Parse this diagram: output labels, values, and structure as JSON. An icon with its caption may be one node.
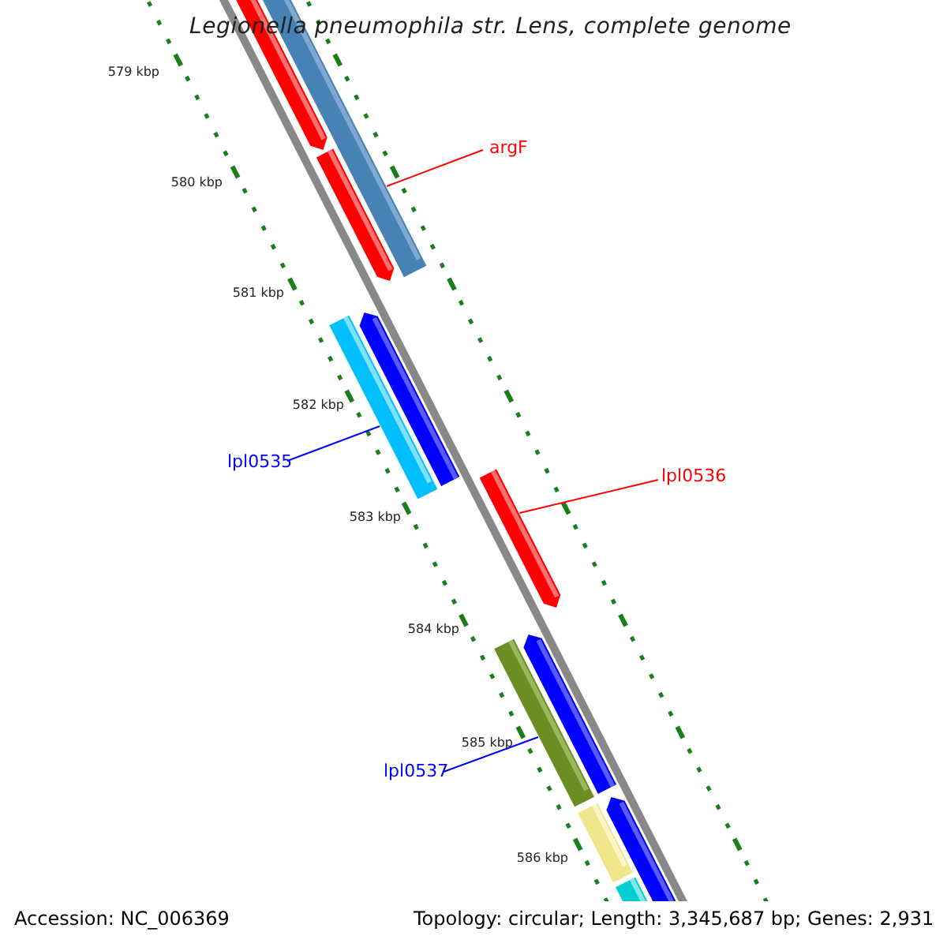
{
  "diagram": {
    "title": "Legionella pneumophila str. Lens, complete genome",
    "nodes": [
      {
        "text": [],
        "shape": "bar"
      },
      {
        "text": [],
        "shape": "bar"
      },
      {
        "text": [],
        "shape": "bar"
      },
      {
        "text": [
          "argF"
        ]
      },
      {
        "text": [],
        "shape": "bar"
      },
      {
        "text": [],
        "shape": "bar"
      },
      {
        "text": [
          "lpl0535"
        ]
      },
      {
        "text": [],
        "shape": "bar"
      },
      {
        "text": [
          "lpl0536"
        ]
      },
      {
        "text": [],
        "shape": "bar"
      },
      {
        "text": [],
        "shape": "bar"
      },
      {
        "text": [
          "lpl0537"
        ]
      },
      {
        "text": [],
        "shape": "bar"
      },
      {
        "text": [],
        "shape": "bar"
      },
      {
        "text": [],
        "shape": "bar"
      }
    ],
    "edges": [
      {
        "from": 3,
        "to": 1,
        "arrow": "none",
        "color": "#ff0000"
      },
      {
        "from": 6,
        "to": 4,
        "arrow": "none",
        "color": "#0000ff"
      },
      {
        "from": 8,
        "to": 7,
        "arrow": "none",
        "color": "#ff0000"
      },
      {
        "from": 11,
        "to": 9,
        "arrow": "none",
        "color": "#0000ff"
      }
    ],
    "labels": [
      "579 kbp",
      "580 kbp",
      "581 kbp",
      "582 kbp",
      "583 kbp",
      "584 kbp",
      "585 kbp",
      "586 kbp",
      "Accession: NC_006369",
      "Topology: circular; Length: 3,345,687 bp; Genes: 2,931"
    ]
  }
}
